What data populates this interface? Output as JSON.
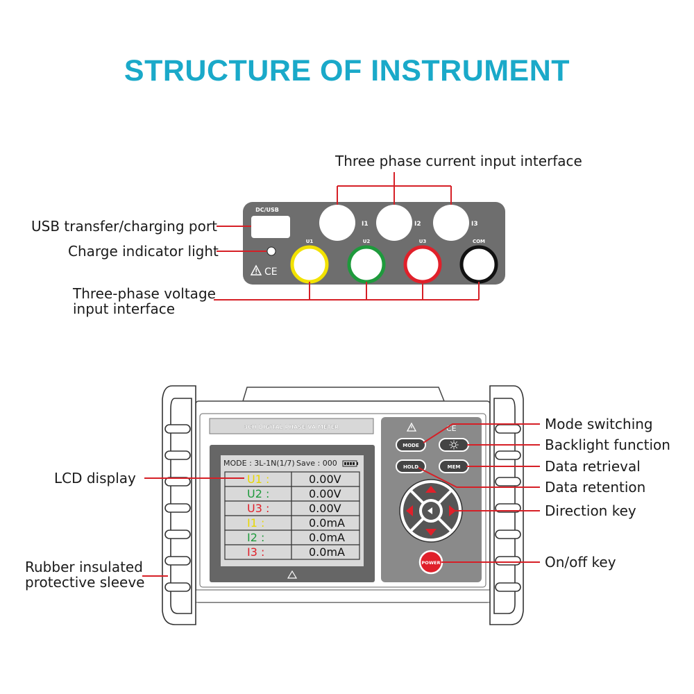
{
  "title": {
    "text": "STRUCTURE OF INSTRUMENT",
    "color": "#1aa9c9"
  },
  "colors": {
    "callout_line": "#d61f26",
    "panel_gray": "#6e6e6e",
    "body_gray": "#8a8a8a",
    "yellow": "#f2e200",
    "green": "#1e9a3c",
    "red": "#e0202a",
    "black": "#111111"
  },
  "top_panel": {
    "port_label": "DC/USB",
    "current_jacks": [
      "I1",
      "I2",
      "I3"
    ],
    "voltage_jacks": [
      "U1",
      "U2",
      "U3",
      "COM"
    ],
    "icons": [
      "warning-icon",
      "ce-mark-icon"
    ]
  },
  "callouts_top": {
    "current": "Three phase current input interface",
    "usb": "USB transfer/charging port",
    "charge": "Charge indicator light",
    "voltage_line1": "Three-phase voltage",
    "voltage_line2": "input interface"
  },
  "meter": {
    "nameplate": "3CH DIGITAL PHASE VA METER",
    "lcd": {
      "header_mode": "MODE : 3L-1N(1/7)",
      "header_save": "Save : 000",
      "rows": [
        {
          "label": "U1 :",
          "value": "0.00V",
          "color": "#e8d800"
        },
        {
          "label": "U2 :",
          "value": "0.00V",
          "color": "#1e9a3c"
        },
        {
          "label": "U3 :",
          "value": "0.00V",
          "color": "#e0202a"
        },
        {
          "label": "I1 :",
          "value": "0.0mA",
          "color": "#e8d800"
        },
        {
          "label": "I2 :",
          "value": "0.0mA",
          "color": "#1e9a3c"
        },
        {
          "label": "I3 :",
          "value": "0.0mA",
          "color": "#e0202a"
        }
      ]
    },
    "buttons": {
      "mode": "MODE",
      "hold": "HOLD",
      "mem": "MEM",
      "power": "POWER"
    }
  },
  "callouts_bottom": {
    "lcd": "LCD display",
    "sleeve_line1": "Rubber insulated",
    "sleeve_line2": "protective sleeve",
    "mode": "Mode switching",
    "backlight": "Backlight function",
    "retrieval": "Data retrieval",
    "retention": "Data retention",
    "direction": "Direction key",
    "onoff": "On/off key"
  }
}
